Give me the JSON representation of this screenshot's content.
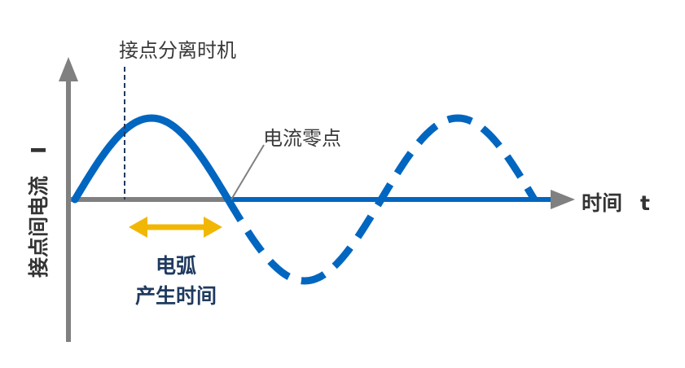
{
  "labels": {
    "separation_timing": "接点分离时机",
    "current_zero": "电流零点",
    "y_axis": "接点间电流",
    "y_axis_symbol": "I",
    "x_axis": "时间",
    "x_axis_symbol": "t",
    "arc_line1": "电弧",
    "arc_line2": "产生时间"
  },
  "colors": {
    "axis": "#808080",
    "wave": "#0066c0",
    "arc_arrow": "#f2b705",
    "separation_line": "#1f3a5f",
    "callout_line": "#808080",
    "arc_text": "#1f3a5f"
  }
}
